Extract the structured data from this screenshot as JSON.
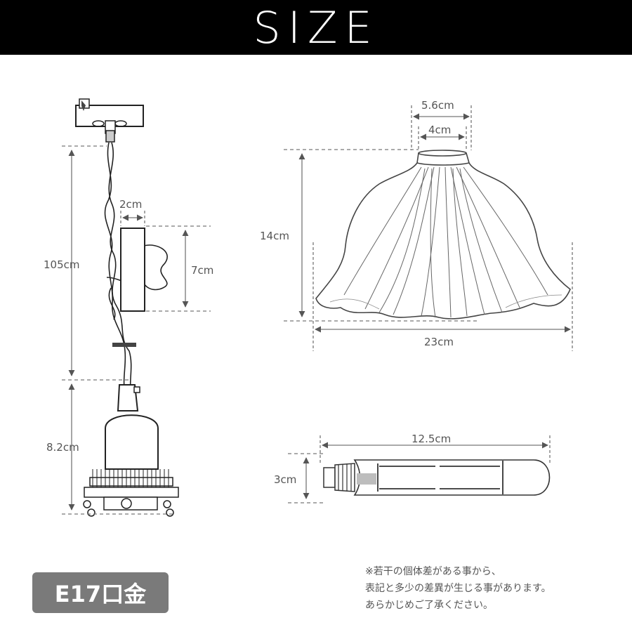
{
  "header": {
    "title": "SIZE"
  },
  "pendant": {
    "cord_length": "105cm",
    "cord_holder_width": "2cm",
    "cord_holder_height": "7cm",
    "socket_height": "8.2cm"
  },
  "shade": {
    "top_outer": "5.6cm",
    "top_inner": "4cm",
    "height": "14cm",
    "width": "23cm"
  },
  "bulb": {
    "length": "12.5cm",
    "diameter": "3cm"
  },
  "badge": {
    "label": "E17口金"
  },
  "note": {
    "lines": [
      "※若干の個体差がある事から、",
      "表記と多少の差異が生じる事があります。",
      "あらかじめご了承ください。"
    ]
  },
  "colors": {
    "header_bg": "#000000",
    "badge_bg": "#7a7a7a",
    "dimension": "#555555"
  }
}
